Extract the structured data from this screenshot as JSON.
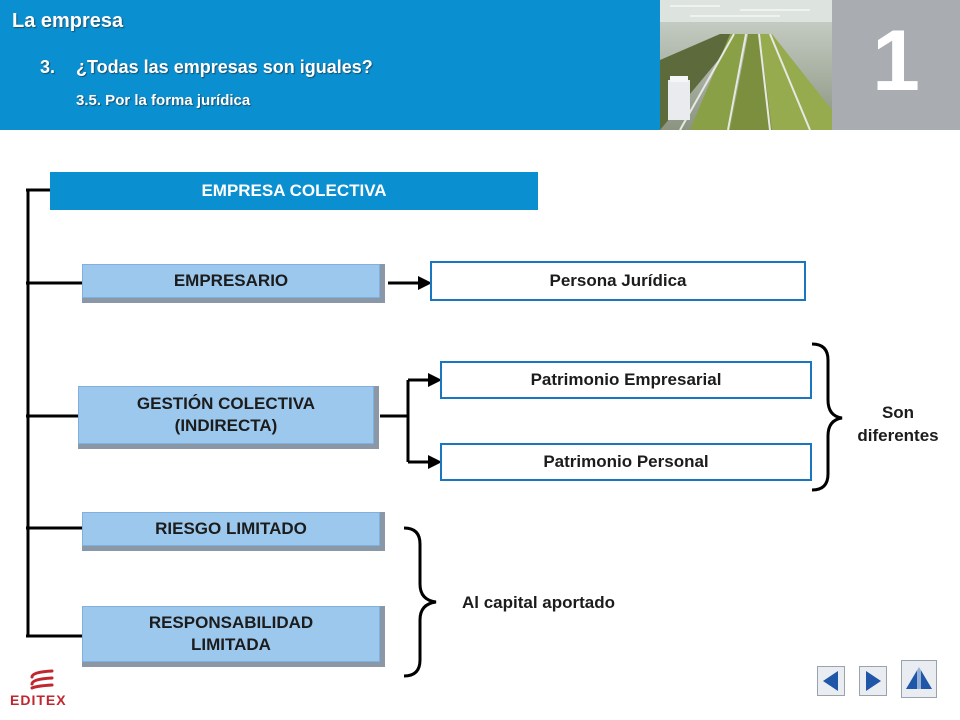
{
  "header": {
    "title": "La empresa",
    "section_num": "3.",
    "section_text": "¿Todas las empresas son iguales?",
    "subsection": "3.5. Por la forma jurídica",
    "chapter": "1"
  },
  "diagram": {
    "top_bar": "EMPRESA COLECTIVA",
    "left": {
      "empresario": "EMPRESARIO",
      "gestion_l1": "GESTIÓN COLECTIVA",
      "gestion_l2": "(INDIRECTA)",
      "riesgo": "RIESGO LIMITADO",
      "resp_l1": "RESPONSABILIDAD",
      "resp_l2": "LIMITADA"
    },
    "right": {
      "persona": "Persona Jurídica",
      "patrimonio_emp": "Patrimonio Empresarial",
      "patrimonio_per": "Patrimonio Personal"
    },
    "labels": {
      "son_l1": "Son",
      "son_l2": "diferentes",
      "capital": "Al capital aportado"
    }
  },
  "footer": {
    "logo": "EDITEX"
  },
  "colors": {
    "brand_blue": "#0a8fd0",
    "box_fill": "#9cc8ee",
    "chapter_grey": "#a9acb1"
  }
}
